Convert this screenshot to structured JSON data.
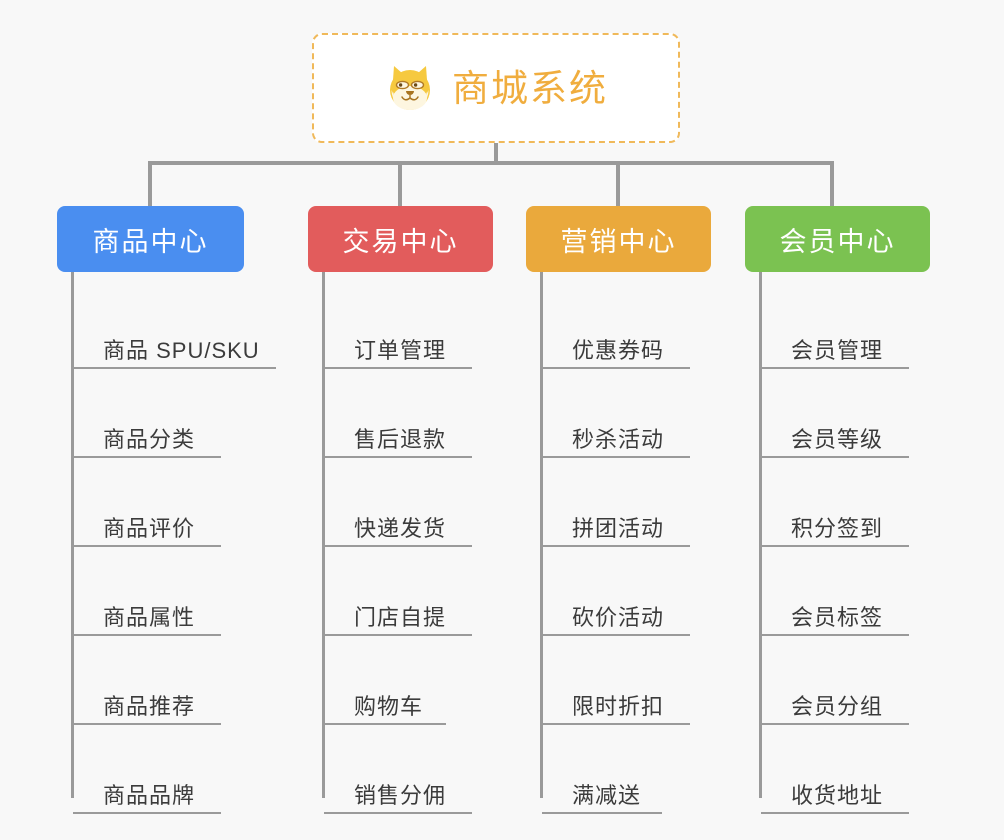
{
  "diagram": {
    "type": "organization-tree",
    "background_color": "#f8f8f8",
    "connector_color": "#9a9a9a",
    "root": {
      "title": "商城系统",
      "icon": "shiba-dog-icon",
      "title_color": "#f0ad3e",
      "border_color": "#f0b95a",
      "background_color": "#ffffff"
    },
    "columns": [
      {
        "id": "product-center",
        "label": "商品中心",
        "color": "#4a8ef0",
        "items": [
          "商品 SPU/SKU",
          "商品分类",
          "商品评价",
          "商品属性",
          "商品推荐",
          "商品品牌"
        ]
      },
      {
        "id": "trade-center",
        "label": "交易中心",
        "color": "#e25c5c",
        "items": [
          "订单管理",
          "售后退款",
          "快递发货",
          "门店自提",
          "购物车",
          "销售分佣"
        ]
      },
      {
        "id": "marketing-center",
        "label": "营销中心",
        "color": "#eaa93c",
        "items": [
          "优惠券码",
          "秒杀活动",
          "拼团活动",
          "砍价活动",
          "限时折扣",
          "满减送"
        ]
      },
      {
        "id": "member-center",
        "label": "会员中心",
        "color": "#7bc251",
        "items": [
          "会员管理",
          "会员等级",
          "积分签到",
          "会员标签",
          "会员分组",
          "收货地址"
        ]
      }
    ]
  }
}
